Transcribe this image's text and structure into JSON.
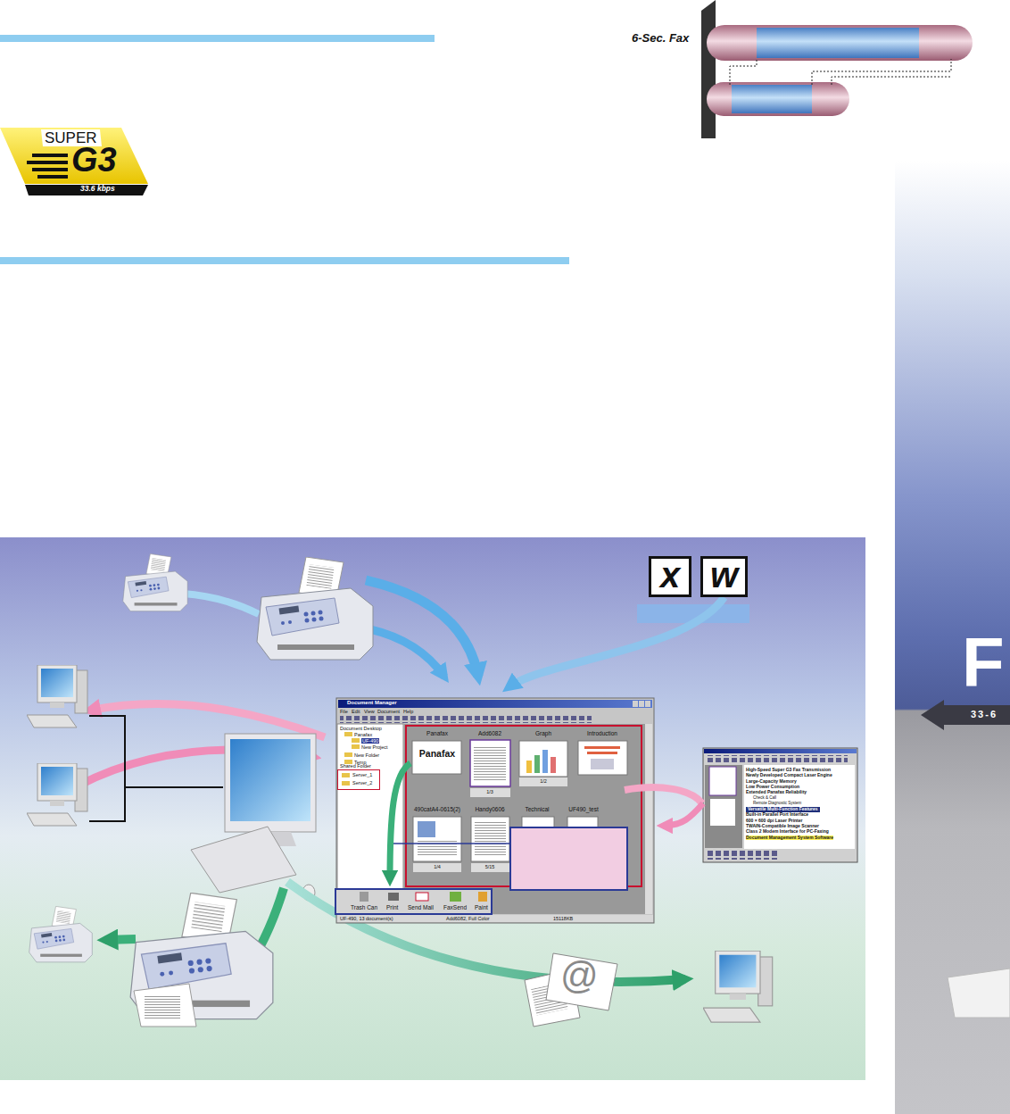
{
  "diagram": {
    "nodes": [
      {
        "text": [
          "SUPER",
          "G3",
          "33.6 kbps"
        ]
      },
      {
        "text": [
          "x"
        ]
      },
      {
        "text": [
          "w"
        ]
      },
      {
        "text": [
          "Document Manager"
        ]
      },
      {
        "text": [
          "Server_1",
          "Server_2"
        ],
        "in": 3
      },
      {
        "text": [
          "Panafax",
          "Panafax"
        ],
        "in": 3
      },
      {
        "text": [
          "Add6082",
          "1/3"
        ],
        "in": 3
      },
      {
        "text": [
          "Graph",
          "1/2"
        ],
        "in": 3
      },
      {
        "text": [
          "Introduction"
        ],
        "in": 3
      },
      {
        "text": [
          "490catA4-0615(2)",
          "1/4"
        ],
        "in": 3
      },
      {
        "text": [
          "Handy0606",
          "5/15"
        ],
        "in": 3
      },
      {
        "text": [
          "Technical"
        ],
        "in": 3
      },
      {
        "text": [
          "UF490_test"
        ],
        "in": 3
      },
      {
        "text": [
          "Trash Can",
          "Print",
          "Send Mail",
          "FaxSend",
          "Paint"
        ],
        "in": 3
      },
      {
        "text": [
          "High-Speed Super G3 Fax Transmission",
          "Newly Developed Compact Laser Engine",
          "Large-Capacity Memory",
          "Low Power Consumption",
          "Extended Panafax Reliability",
          "Check & Call",
          "Remote Diagnostic System",
          "Versatile Multi-Function Features",
          "Built-in Parallel Port Interface",
          "600 × 600 dpi Laser Printer",
          "TWAIN-Compatible Image Scanner",
          "Class 2 Modem Interface for PC-Faxing",
          "Document Management System Software"
        ]
      }
    ],
    "edges": [
      {
        "from": 5,
        "to": 13,
        "arrow": "to"
      },
      {
        "from": 14,
        "to": 3,
        "arrow": "to"
      },
      {
        "from": 2,
        "to": 3,
        "arrow": "to"
      }
    ],
    "labels": [
      "6-Sec. Fax",
      "File",
      "Edit",
      "View",
      "Document",
      "Help",
      "Document Desktop",
      "Panafax",
      "UF-490",
      "New Project",
      "New Folder",
      "Temp",
      "Shared Folder",
      "UF-490, 13 document(s)",
      "Add6082, Full Color",
      "15118KB",
      "@",
      "F",
      "33-6"
    ]
  }
}
